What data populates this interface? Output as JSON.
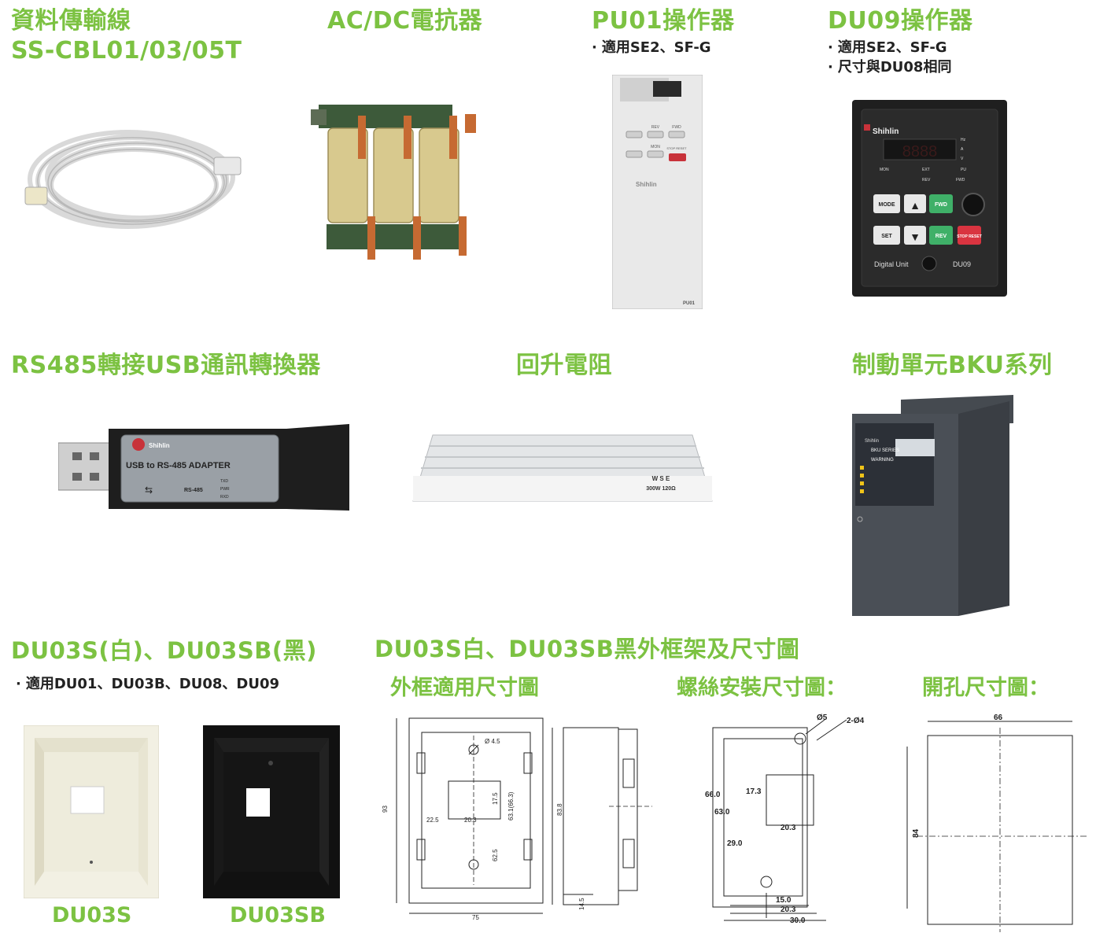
{
  "products": {
    "cable": {
      "title_line1": "資料傳輸線",
      "title_line2": "SS-CBL01/03/05T"
    },
    "reactor": {
      "title": "AC/DC電抗器"
    },
    "pu01": {
      "title": "PU01操作器",
      "notes": [
        "適用SE2、SF-G"
      ],
      "panel": {
        "keys": [
          "REV",
          "FWD",
          "MON",
          "STOP RESET"
        ],
        "brand": "Shihlin",
        "model": "PU01"
      }
    },
    "du09": {
      "title": "DU09操作器",
      "notes": [
        "適用SE2、SF-G",
        "尺寸與DU08相同"
      ],
      "panel": {
        "brand": "Shihlin",
        "display": "8888",
        "leds": [
          "Hz",
          "A",
          "V",
          "PU",
          "FWD"
        ],
        "labels": [
          "MON",
          "EXT",
          "REV"
        ],
        "keys": [
          "MODE",
          "FWD",
          "SET",
          "REV",
          "STOP RESET"
        ],
        "footer_left": "Digital Unit",
        "footer_right": "DU09"
      }
    },
    "usb": {
      "title": "RS485轉接USB通訊轉換器",
      "device": {
        "brand": "Shihlin",
        "label": "USB to RS-485 ADAPTER",
        "port": "RS-485",
        "leds": [
          "TXD",
          "PWR",
          "RXD"
        ]
      }
    },
    "resistor": {
      "title": "回升電阻",
      "label_line1": "W S E",
      "label_line2": "300W 120Ω"
    },
    "bku": {
      "title": "制動單元BKU系列",
      "label": {
        "brand": "Shihlin",
        "series": "BKU SERIES",
        "warning": "WARNING"
      }
    },
    "du03": {
      "title": "DU03S(白)、DU03SB(黑)",
      "notes": [
        "適用DU01、DU03B、DU08、DU09"
      ],
      "white_caption": "DU03S",
      "black_caption": "DU03SB"
    }
  },
  "drawings": {
    "title": "DU03S白、DU03SB黑外框架及尺寸圖",
    "frame": {
      "caption": "外框適用尺寸圖",
      "dims": [
        "Ø 4.5",
        "17.5",
        "22.5",
        "20.3",
        "63.1(66.3)",
        "62.5",
        "93",
        "83.8",
        "75",
        "14.5"
      ]
    },
    "screw": {
      "caption": "螺絲安裝尺寸圖：",
      "dims": [
        "Ø5",
        "2-Ø4",
        "66.0",
        "17.3",
        "63.0",
        "20.3",
        "29.0",
        "15.0",
        "20.3",
        "30.0"
      ]
    },
    "cutout": {
      "caption": "開孔尺寸圖：",
      "dims": [
        "66",
        "84"
      ]
    }
  },
  "colors": {
    "accent": "#7cc242",
    "text": "#222222"
  }
}
